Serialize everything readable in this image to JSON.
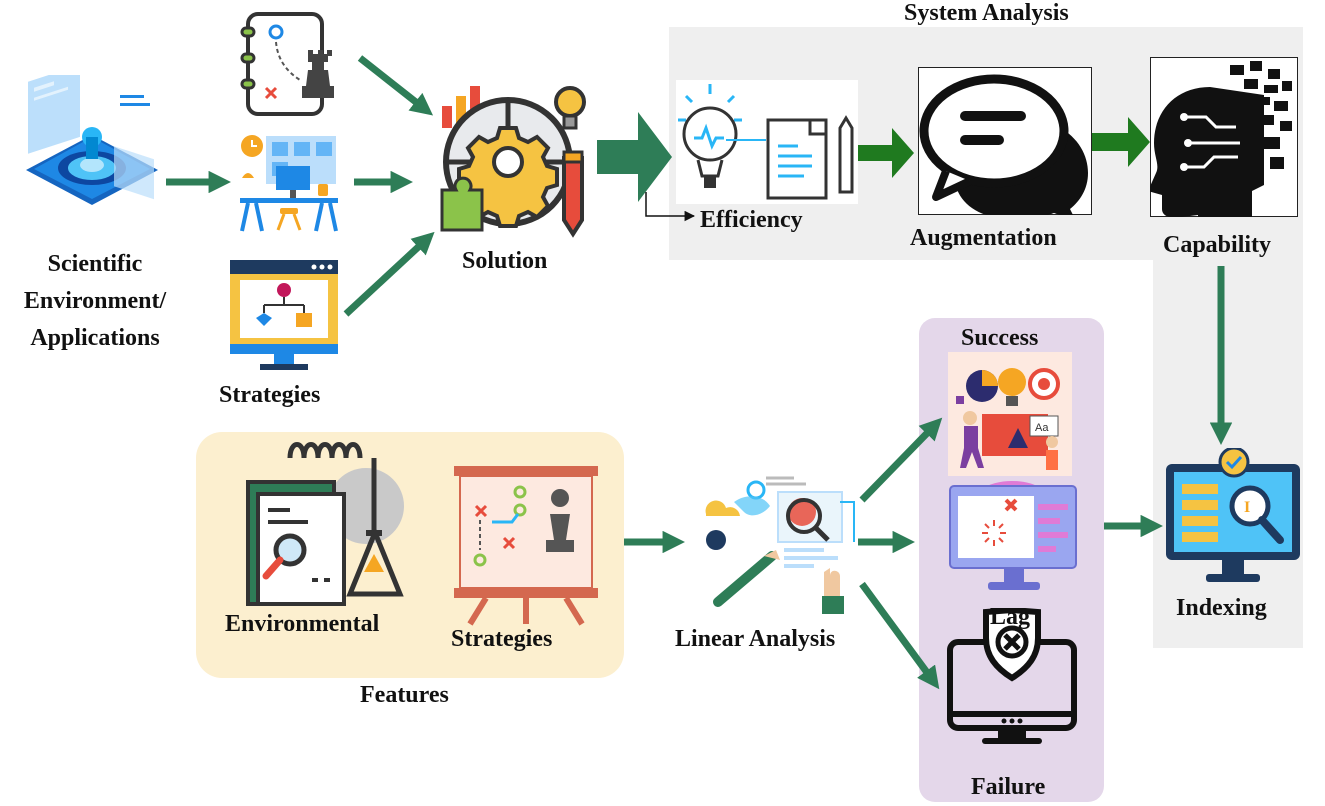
{
  "labels": {
    "system_analysis": "System Analysis",
    "scientific_line1": "Scientific",
    "scientific_line2": "Environment/",
    "scientific_line3": "Applications",
    "strategies_top": "Strategies",
    "solution": "Solution",
    "efficiency": "Efficiency",
    "augmentation": "Augmentation",
    "capability": "Capability",
    "success": "Success",
    "lag": "Lag",
    "failure": "Failure",
    "indexing": "Indexing",
    "environmental": "Environmental",
    "strategies_bottom": "Strategies",
    "features": "Features",
    "linear_analysis": "Linear Analysis",
    "speech_aa": "Aa"
  },
  "colors": {
    "arrow_green": "#2e7d57",
    "arrow_bright_green": "#1f7a1f",
    "system_panel": "#efefef",
    "outcome_panel": "#e4d7ea",
    "features_panel": "#fcefcf",
    "accent_blue": "#1e9fd8",
    "accent_orange": "#f5a623",
    "accent_red": "#e74c3c",
    "dark": "#333333"
  },
  "icons": [
    "isometric-platform-icon",
    "chess-strategy-icon",
    "workspace-desk-icon",
    "flowchart-monitor-icon",
    "gear-solution-icon",
    "lightbulb-document-icon",
    "speech-bubbles-icon",
    "ai-head-icon",
    "success-illustration-icon",
    "lag-monitor-icon",
    "failure-shield-icon",
    "indexing-monitor-icon",
    "lab-report-flask-icon",
    "chess-board-easel-icon",
    "linear-analysis-illustration-icon"
  ]
}
